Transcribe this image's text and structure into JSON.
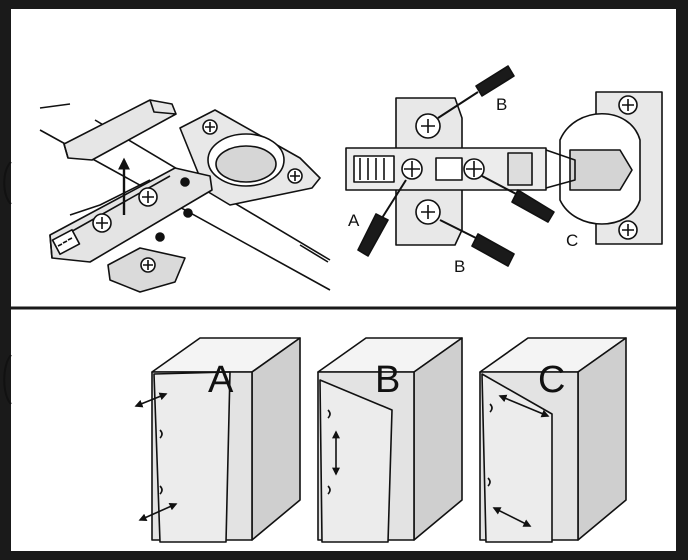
{
  "colors": {
    "ink": "#111111",
    "frame": "#1a1a1a",
    "panel_face": "#e3e3e3",
    "panel_side": "#cfcfcf",
    "panel_top": "#f4f4f4",
    "metal": "#dcdcdc",
    "handle": "#1a1a1a"
  },
  "adjustment_panel": {
    "screw_labels": {
      "a": "A",
      "b_top": "B",
      "b_bottom": "B",
      "c": "C"
    }
  },
  "cabinets": [
    {
      "letter": "A",
      "arrows": "double-arrow-icon"
    },
    {
      "letter": "B",
      "arrows": "double-arrow-icon"
    },
    {
      "letter": "C",
      "arrows": "double-arrow-icon"
    }
  ]
}
